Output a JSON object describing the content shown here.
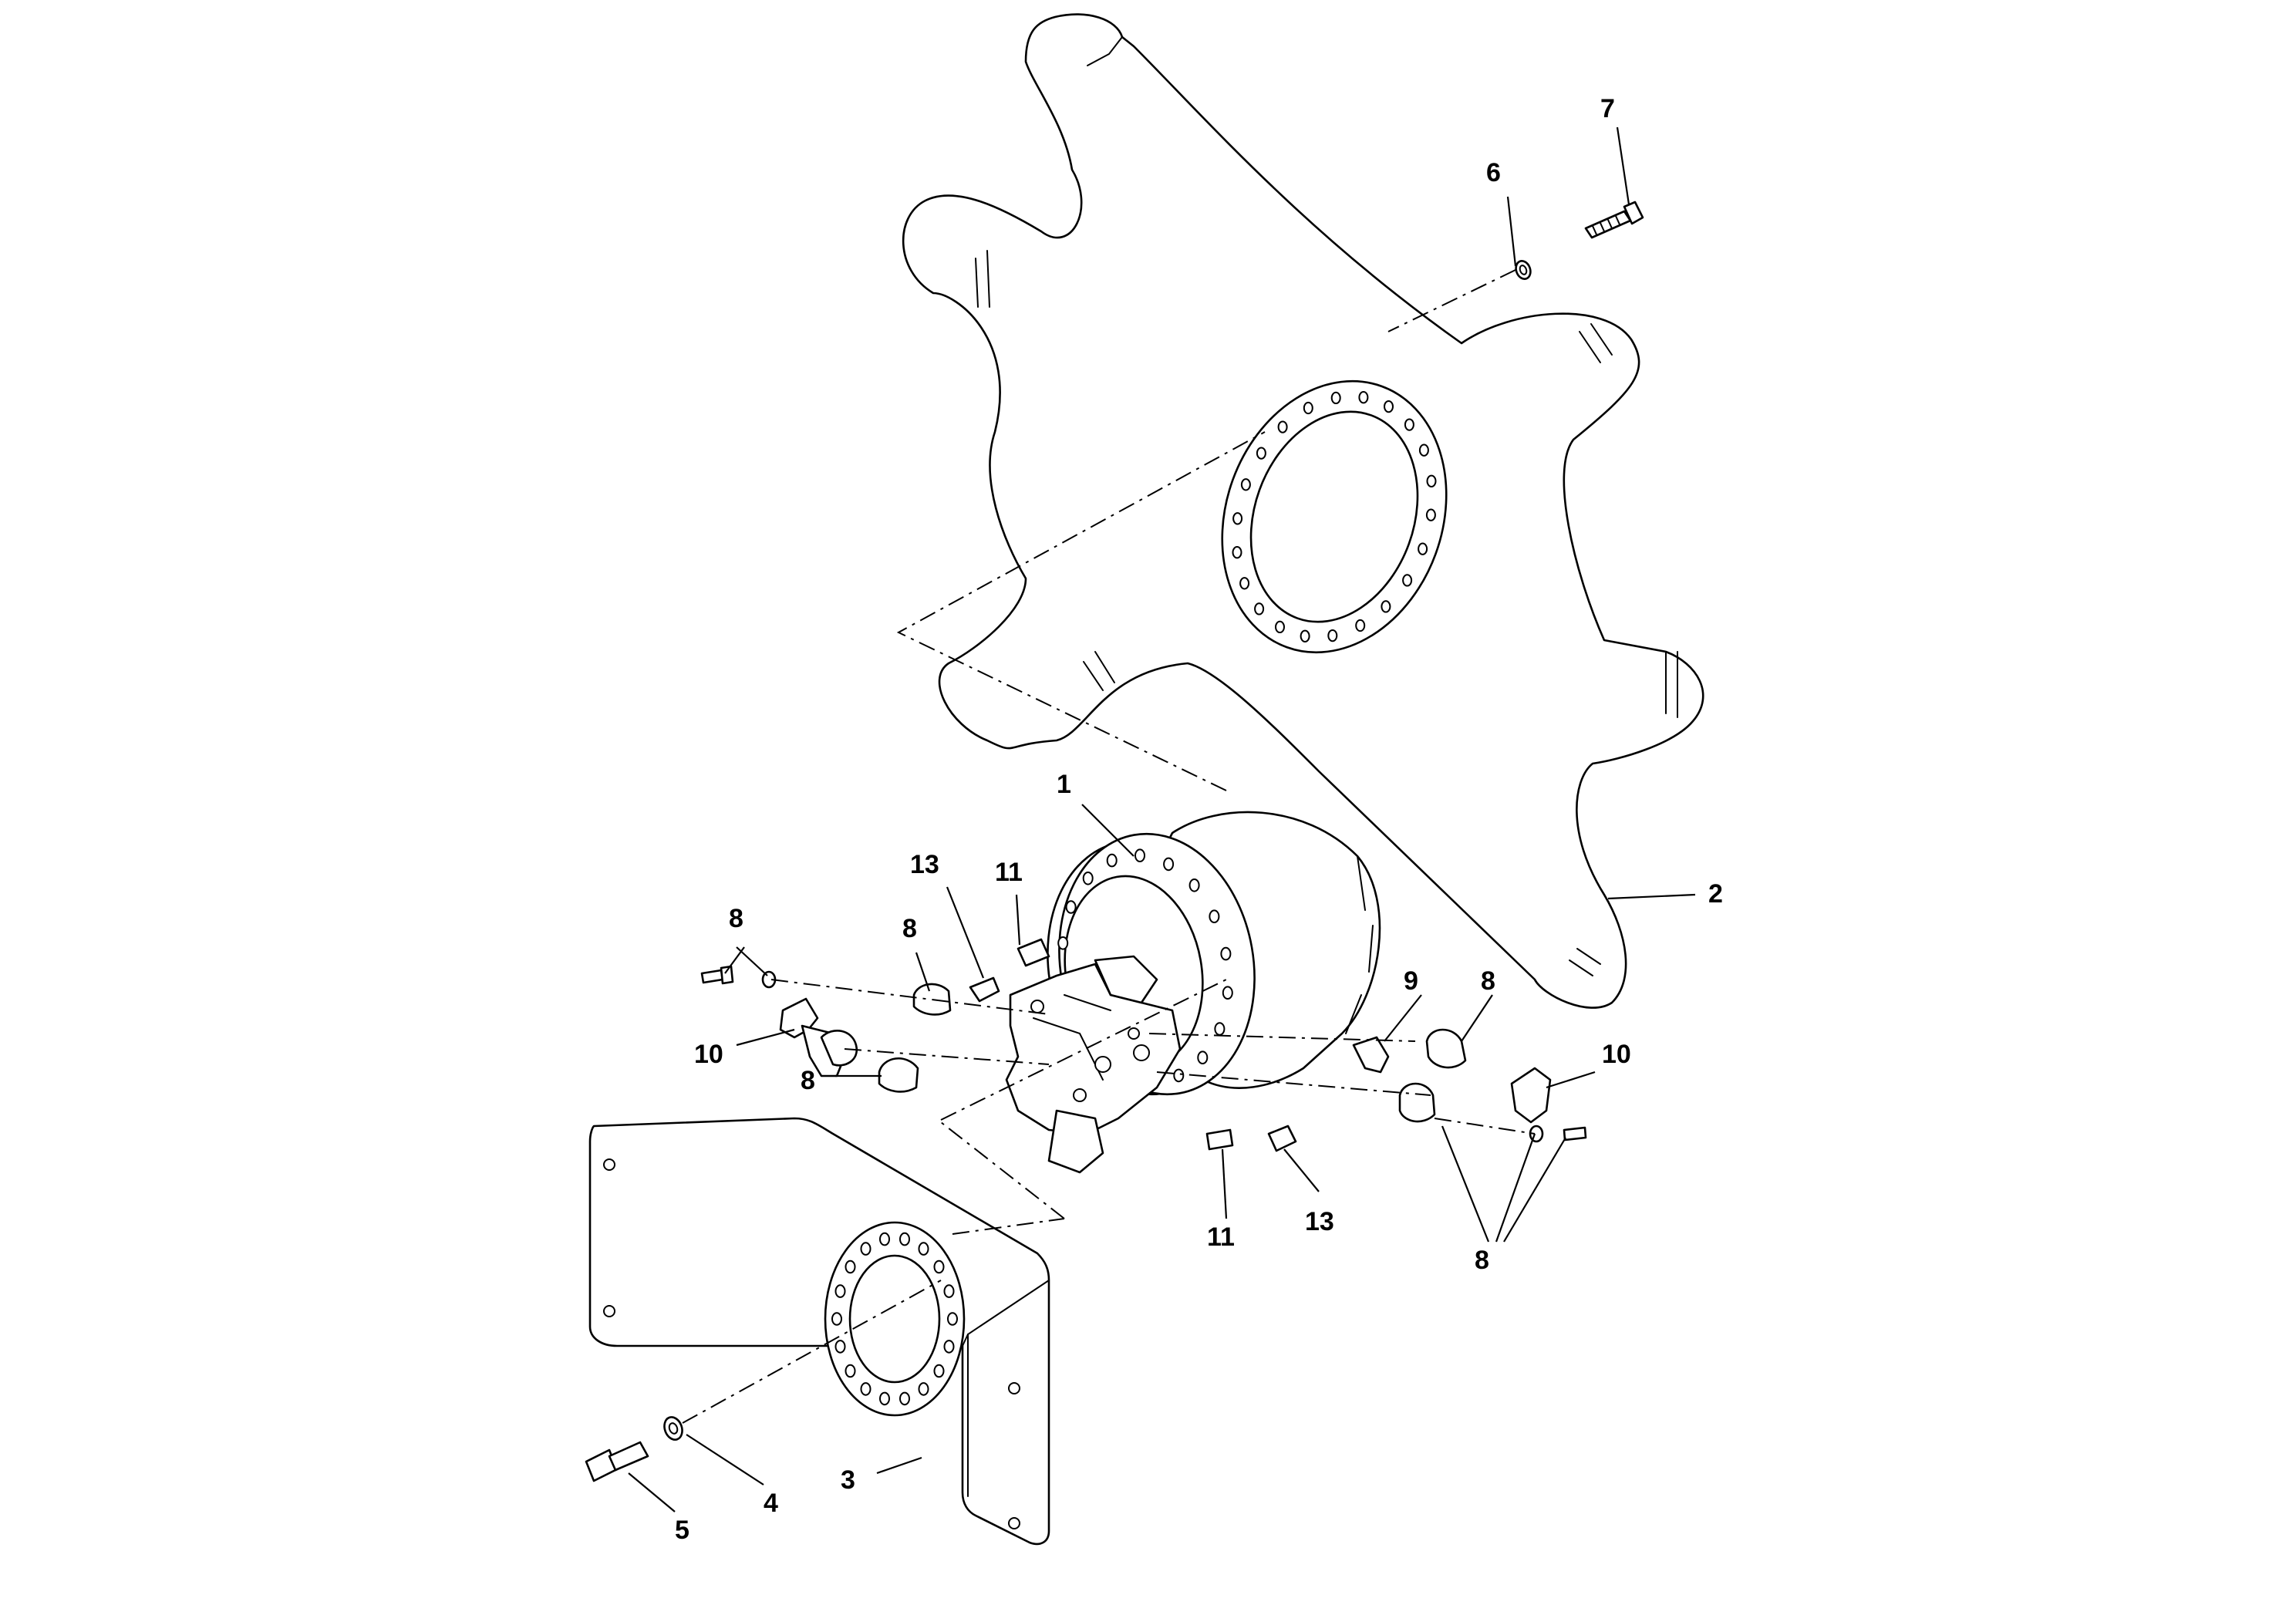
{
  "diagram": {
    "callouts": {
      "c1": "1",
      "c2": "2",
      "c3": "3",
      "c4": "4",
      "c5": "5",
      "c6": "6",
      "c7": "7",
      "c8_top_left": "8",
      "c8_upper": "8",
      "c8_lower_left": "8",
      "c8_right": "8",
      "c8_bottom_right": "8",
      "c9": "9",
      "c10_left": "10",
      "c10_right": "10",
      "c11_top": "11",
      "c11_bottom": "11",
      "c13_top": "13",
      "c13_bottom": "13"
    }
  }
}
